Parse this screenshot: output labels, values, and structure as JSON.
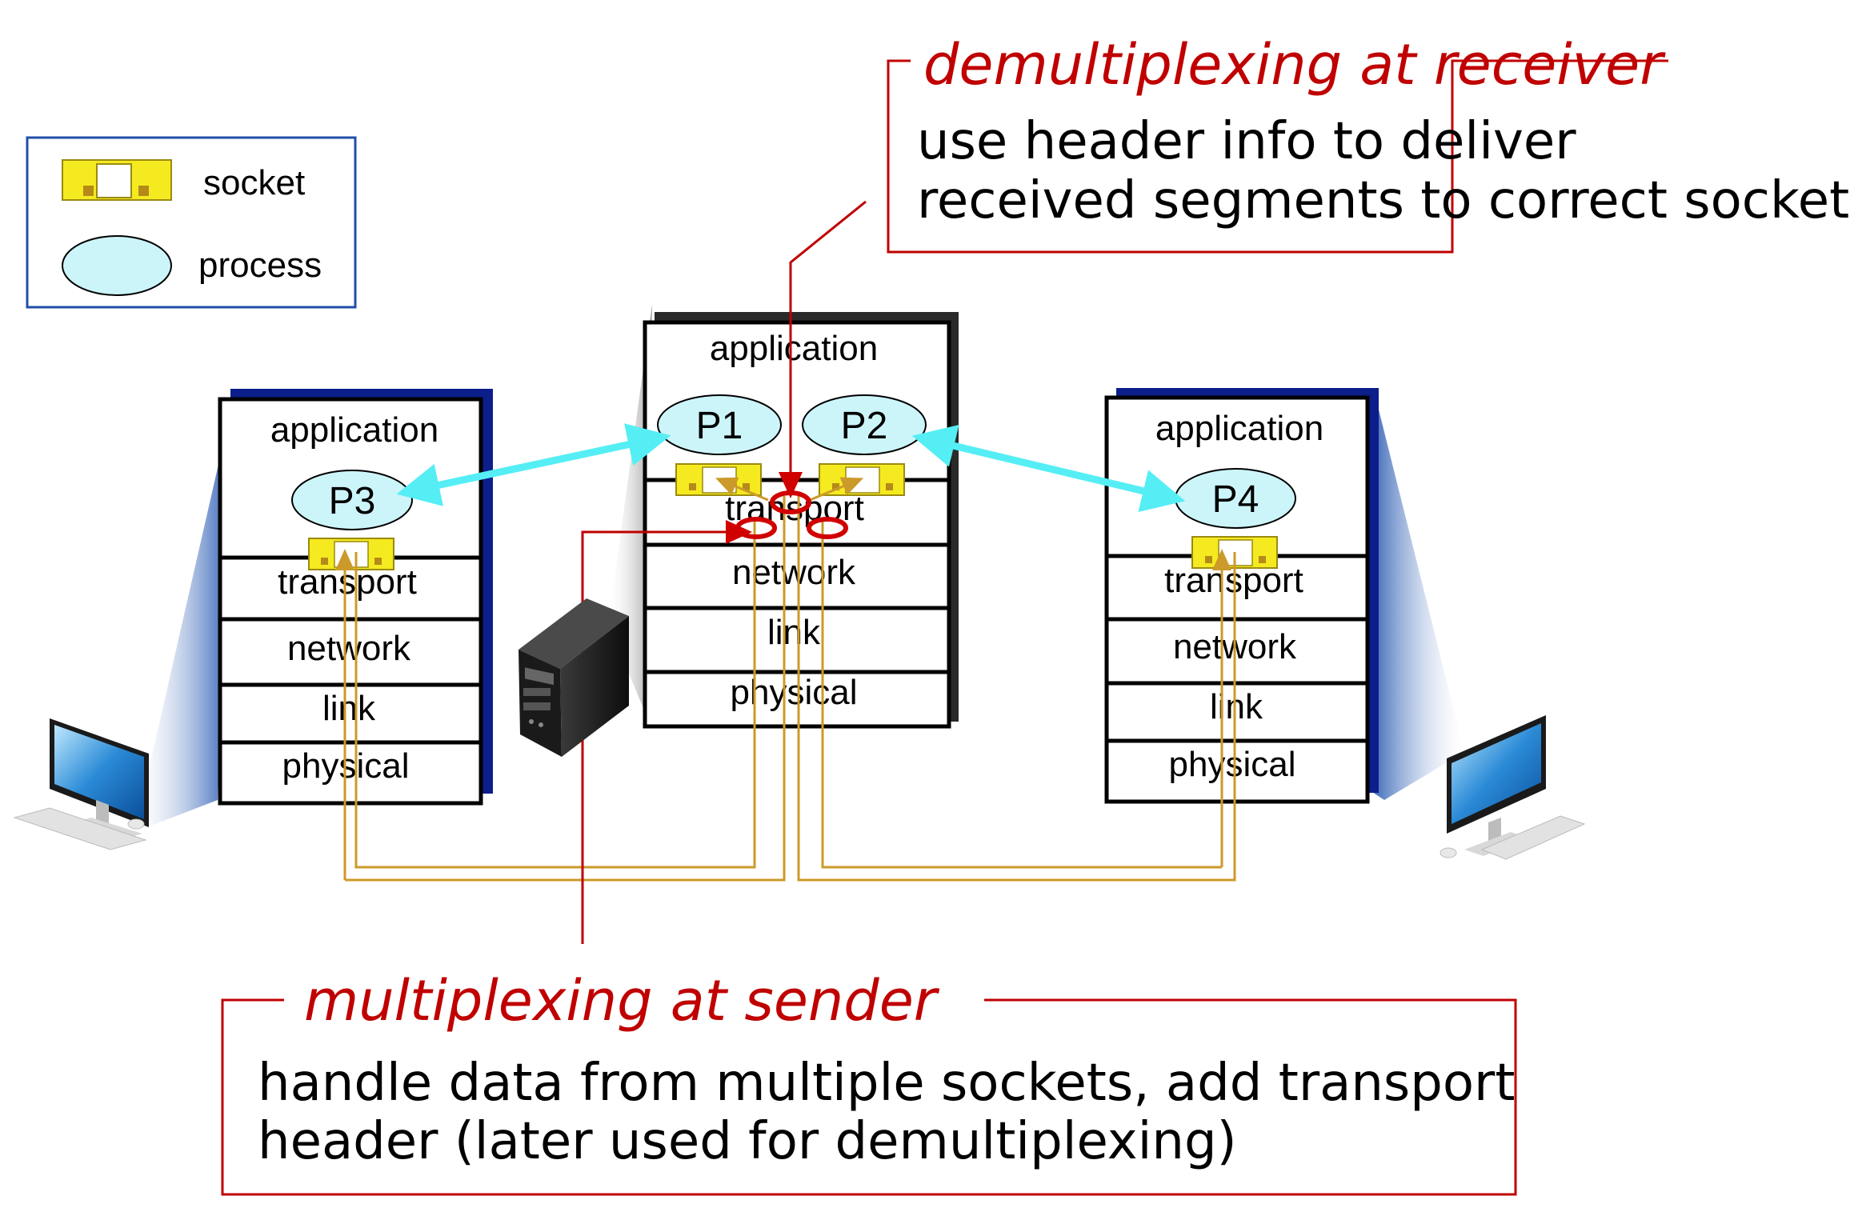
{
  "legend": {
    "socket_label": "socket",
    "process_label": "process"
  },
  "hosts": {
    "left": {
      "layers": [
        "application",
        "transport",
        "network",
        "link",
        "physical"
      ],
      "process": "P3"
    },
    "center": {
      "layers": [
        "application",
        "transport",
        "network",
        "link",
        "physical"
      ],
      "processes": [
        "P1",
        "P2"
      ]
    },
    "right": {
      "layers": [
        "application",
        "transport",
        "network",
        "link",
        "physical"
      ],
      "process": "P4"
    }
  },
  "demux_callout": {
    "title": "demultiplexing at receiver",
    "lines": [
      "use header info to deliver",
      "received segments to correct socket"
    ]
  },
  "mux_callout": {
    "title": "multiplexing at sender",
    "lines": [
      "handle data from multiple sockets, add transport",
      "header (later used for demultiplexing)"
    ]
  },
  "colors": {
    "callout_red": "#c00000",
    "arrow_cyan": "#55eef5",
    "process_fill": "#ccf5fa",
    "socket_yellow": "#f5ea1f",
    "path_gold": "#cc9a2a",
    "legend_border": "#1f4fa8",
    "shadow_navy": "#0b1e8a"
  }
}
